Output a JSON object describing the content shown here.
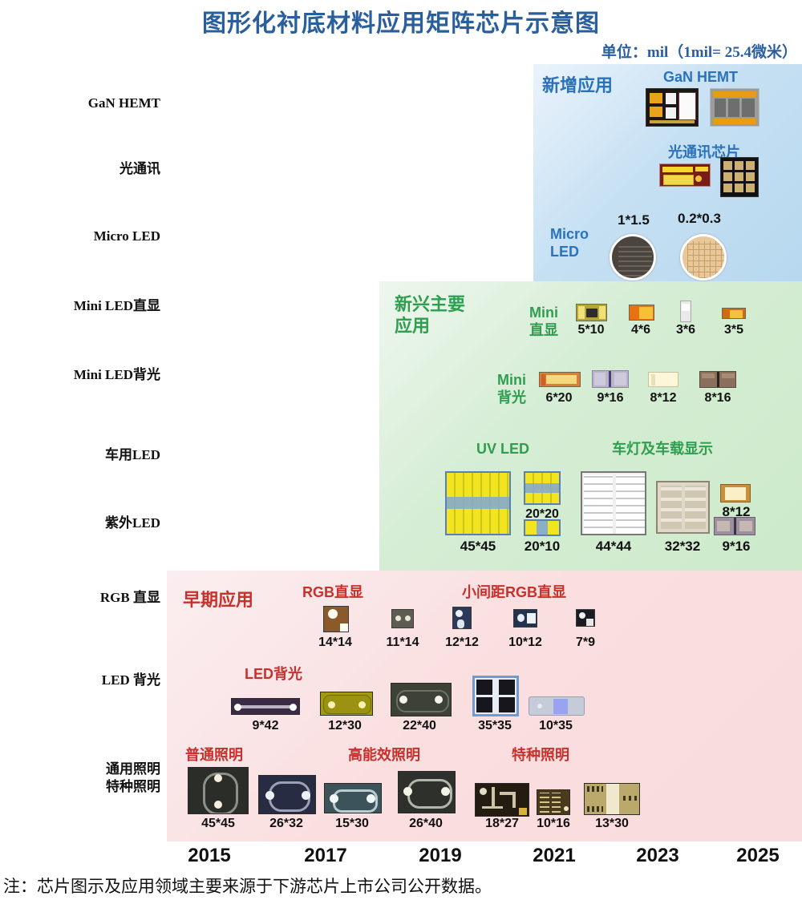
{
  "title": "图形化衬底材料应用矩阵芯片示意图",
  "unit_note": "单位：mil（1mil= 25.4微米）",
  "footnote": "注：芯片图示及应用领域主要来源于下游芯片上市公司公开数据。",
  "row_labels": [
    "GaN HEMT",
    "光通讯",
    "Micro LED",
    "Mini LED直显",
    "Mini LED背光",
    "车用LED",
    "紫外LED",
    "RGB 直显",
    "LED 背光",
    "通用照明",
    "特种照明"
  ],
  "years": [
    "2015",
    "2017",
    "2019",
    "2021",
    "2023",
    "2025"
  ],
  "panels": {
    "blue": {
      "caption": "新增应用",
      "color": "#b7d8ef"
    },
    "green": {
      "caption_line1": "新兴主要",
      "caption_line2": "应用",
      "color": "#cdeacb"
    },
    "pink": {
      "caption": "早期应用",
      "color": "#f9dcdd"
    }
  },
  "groups": {
    "gan_hemt": {
      "label": "GaN HEMT"
    },
    "optical": {
      "label": "光通讯芯片"
    },
    "micro_led": {
      "label_line1": "Micro",
      "label_line2": "LED"
    },
    "mini_direct": {
      "label_line1": "Mini",
      "label_line2": "直显"
    },
    "mini_backlight": {
      "label_line1": "Mini",
      "label_line2": "背光"
    },
    "uv_led": {
      "label": "UV LED"
    },
    "auto_led": {
      "label": "车灯及车载显示"
    },
    "rgb_direct": {
      "label": "RGB直显"
    },
    "fine_pitch_rgb": {
      "label": "小间距RGB直显"
    },
    "led_backlight": {
      "label": "LED背光"
    },
    "general_lighting": {
      "label": "普通照明"
    },
    "high_efficiency": {
      "label": "高能效照明"
    },
    "special_lighting": {
      "label": "特种照明"
    }
  },
  "chart_data": {
    "type": "scatter",
    "title": "图形化衬底材料应用矩阵芯片示意图",
    "xlabel": "",
    "ylabel": "",
    "x_tick_labels": [
      "2015",
      "2017",
      "2019",
      "2021",
      "2023",
      "2025"
    ],
    "y_tick_labels": [
      "GaN HEMT",
      "光通讯",
      "Micro LED",
      "Mini LED直显",
      "Mini LED背光",
      "车用LED",
      "紫外LED",
      "RGB 直显",
      "LED 背光",
      "通用照明 特种照明"
    ],
    "unit": "mil (1mil = 25.4 微米)",
    "groups": [
      {
        "name": "GaN HEMT",
        "panel": "新增应用",
        "row": "GaN HEMT",
        "sizes": []
      },
      {
        "name": "光通讯芯片",
        "panel": "新增应用",
        "row": "光通讯",
        "sizes": []
      },
      {
        "name": "Micro LED",
        "panel": "新增应用",
        "row": "Micro LED",
        "sizes": [
          "1*1.5",
          "0.2*0.3"
        ]
      },
      {
        "name": "Mini 直显",
        "panel": "新兴主要应用",
        "row": "Mini LED直显",
        "sizes": [
          "5*10",
          "4*6",
          "3*6",
          "3*5"
        ]
      },
      {
        "name": "Mini 背光",
        "panel": "新兴主要应用",
        "row": "Mini LED背光",
        "sizes": [
          "6*20",
          "9*16",
          "8*12",
          "8*16"
        ]
      },
      {
        "name": "UV LED",
        "panel": "新兴主要应用",
        "row": "紫外LED",
        "sizes": [
          "45*45",
          "20*20",
          "20*10"
        ]
      },
      {
        "name": "车灯及车载显示",
        "panel": "新兴主要应用",
        "row": "车用LED",
        "sizes": [
          "44*44",
          "32*32",
          "8*12",
          "9*16"
        ]
      },
      {
        "name": "RGB直显",
        "panel": "早期应用",
        "row": "RGB 直显",
        "sizes": [
          "14*14"
        ]
      },
      {
        "name": "小间距RGB直显",
        "panel": "早期应用",
        "row": "RGB 直显",
        "sizes": [
          "11*14",
          "12*12",
          "10*12",
          "7*9"
        ]
      },
      {
        "name": "LED背光",
        "panel": "早期应用",
        "row": "LED 背光",
        "sizes": [
          "9*42",
          "12*30",
          "22*40",
          "35*35",
          "10*35"
        ]
      },
      {
        "name": "普通照明",
        "panel": "早期应用",
        "row": "通用照明/特种照明",
        "sizes": [
          "45*45",
          "26*32"
        ]
      },
      {
        "name": "高能效照明",
        "panel": "早期应用",
        "row": "通用照明/特种照明",
        "sizes": [
          "15*30",
          "26*40"
        ]
      },
      {
        "name": "特种照明",
        "panel": "早期应用",
        "row": "通用照明/特种照明",
        "sizes": [
          "18*27",
          "10*16",
          "13*30"
        ]
      }
    ]
  },
  "dims": {
    "micro": [
      "1*1.5",
      "0.2*0.3"
    ],
    "mini_direct": [
      "5*10",
      "4*6",
      "3*6",
      "3*5"
    ],
    "mini_backlight": [
      "6*20",
      "9*16",
      "8*12",
      "8*16"
    ],
    "uv": [
      "45*45",
      "20*20",
      "20*10"
    ],
    "auto": [
      "44*44",
      "32*32",
      "8*12",
      "9*16"
    ],
    "rgb": [
      "14*14",
      "11*14",
      "12*12",
      "10*12",
      "7*9"
    ],
    "backlight": [
      "9*42",
      "12*30",
      "22*40",
      "35*35",
      "10*35"
    ],
    "lighting": [
      "45*45",
      "26*32",
      "15*30",
      "26*40",
      "18*27",
      "10*16",
      "13*30"
    ]
  }
}
